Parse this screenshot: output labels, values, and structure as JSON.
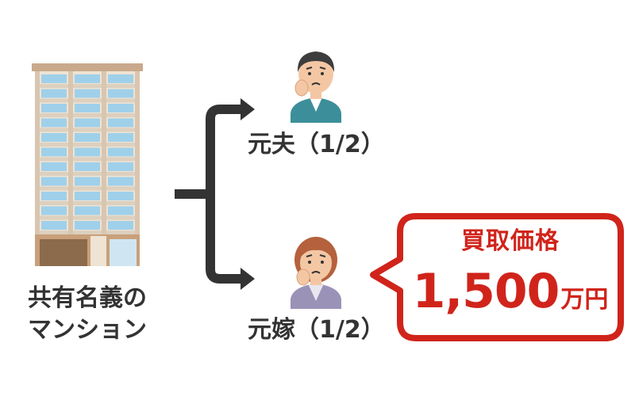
{
  "building": {
    "label_line1": "共有名義の",
    "label_line2": "マンション"
  },
  "owners": [
    {
      "label": "元夫（1/2）"
    },
    {
      "label": "元嫁（1/2）"
    }
  ],
  "bubble": {
    "title": "買取価格",
    "price": "1,500",
    "unit": "万円"
  },
  "colors": {
    "accent_red": "#d0241b",
    "text_dark": "#333333",
    "connector": "#333333"
  },
  "icons": [
    "building-icon",
    "man-icon",
    "woman-icon",
    "branch-arrow-icon"
  ]
}
